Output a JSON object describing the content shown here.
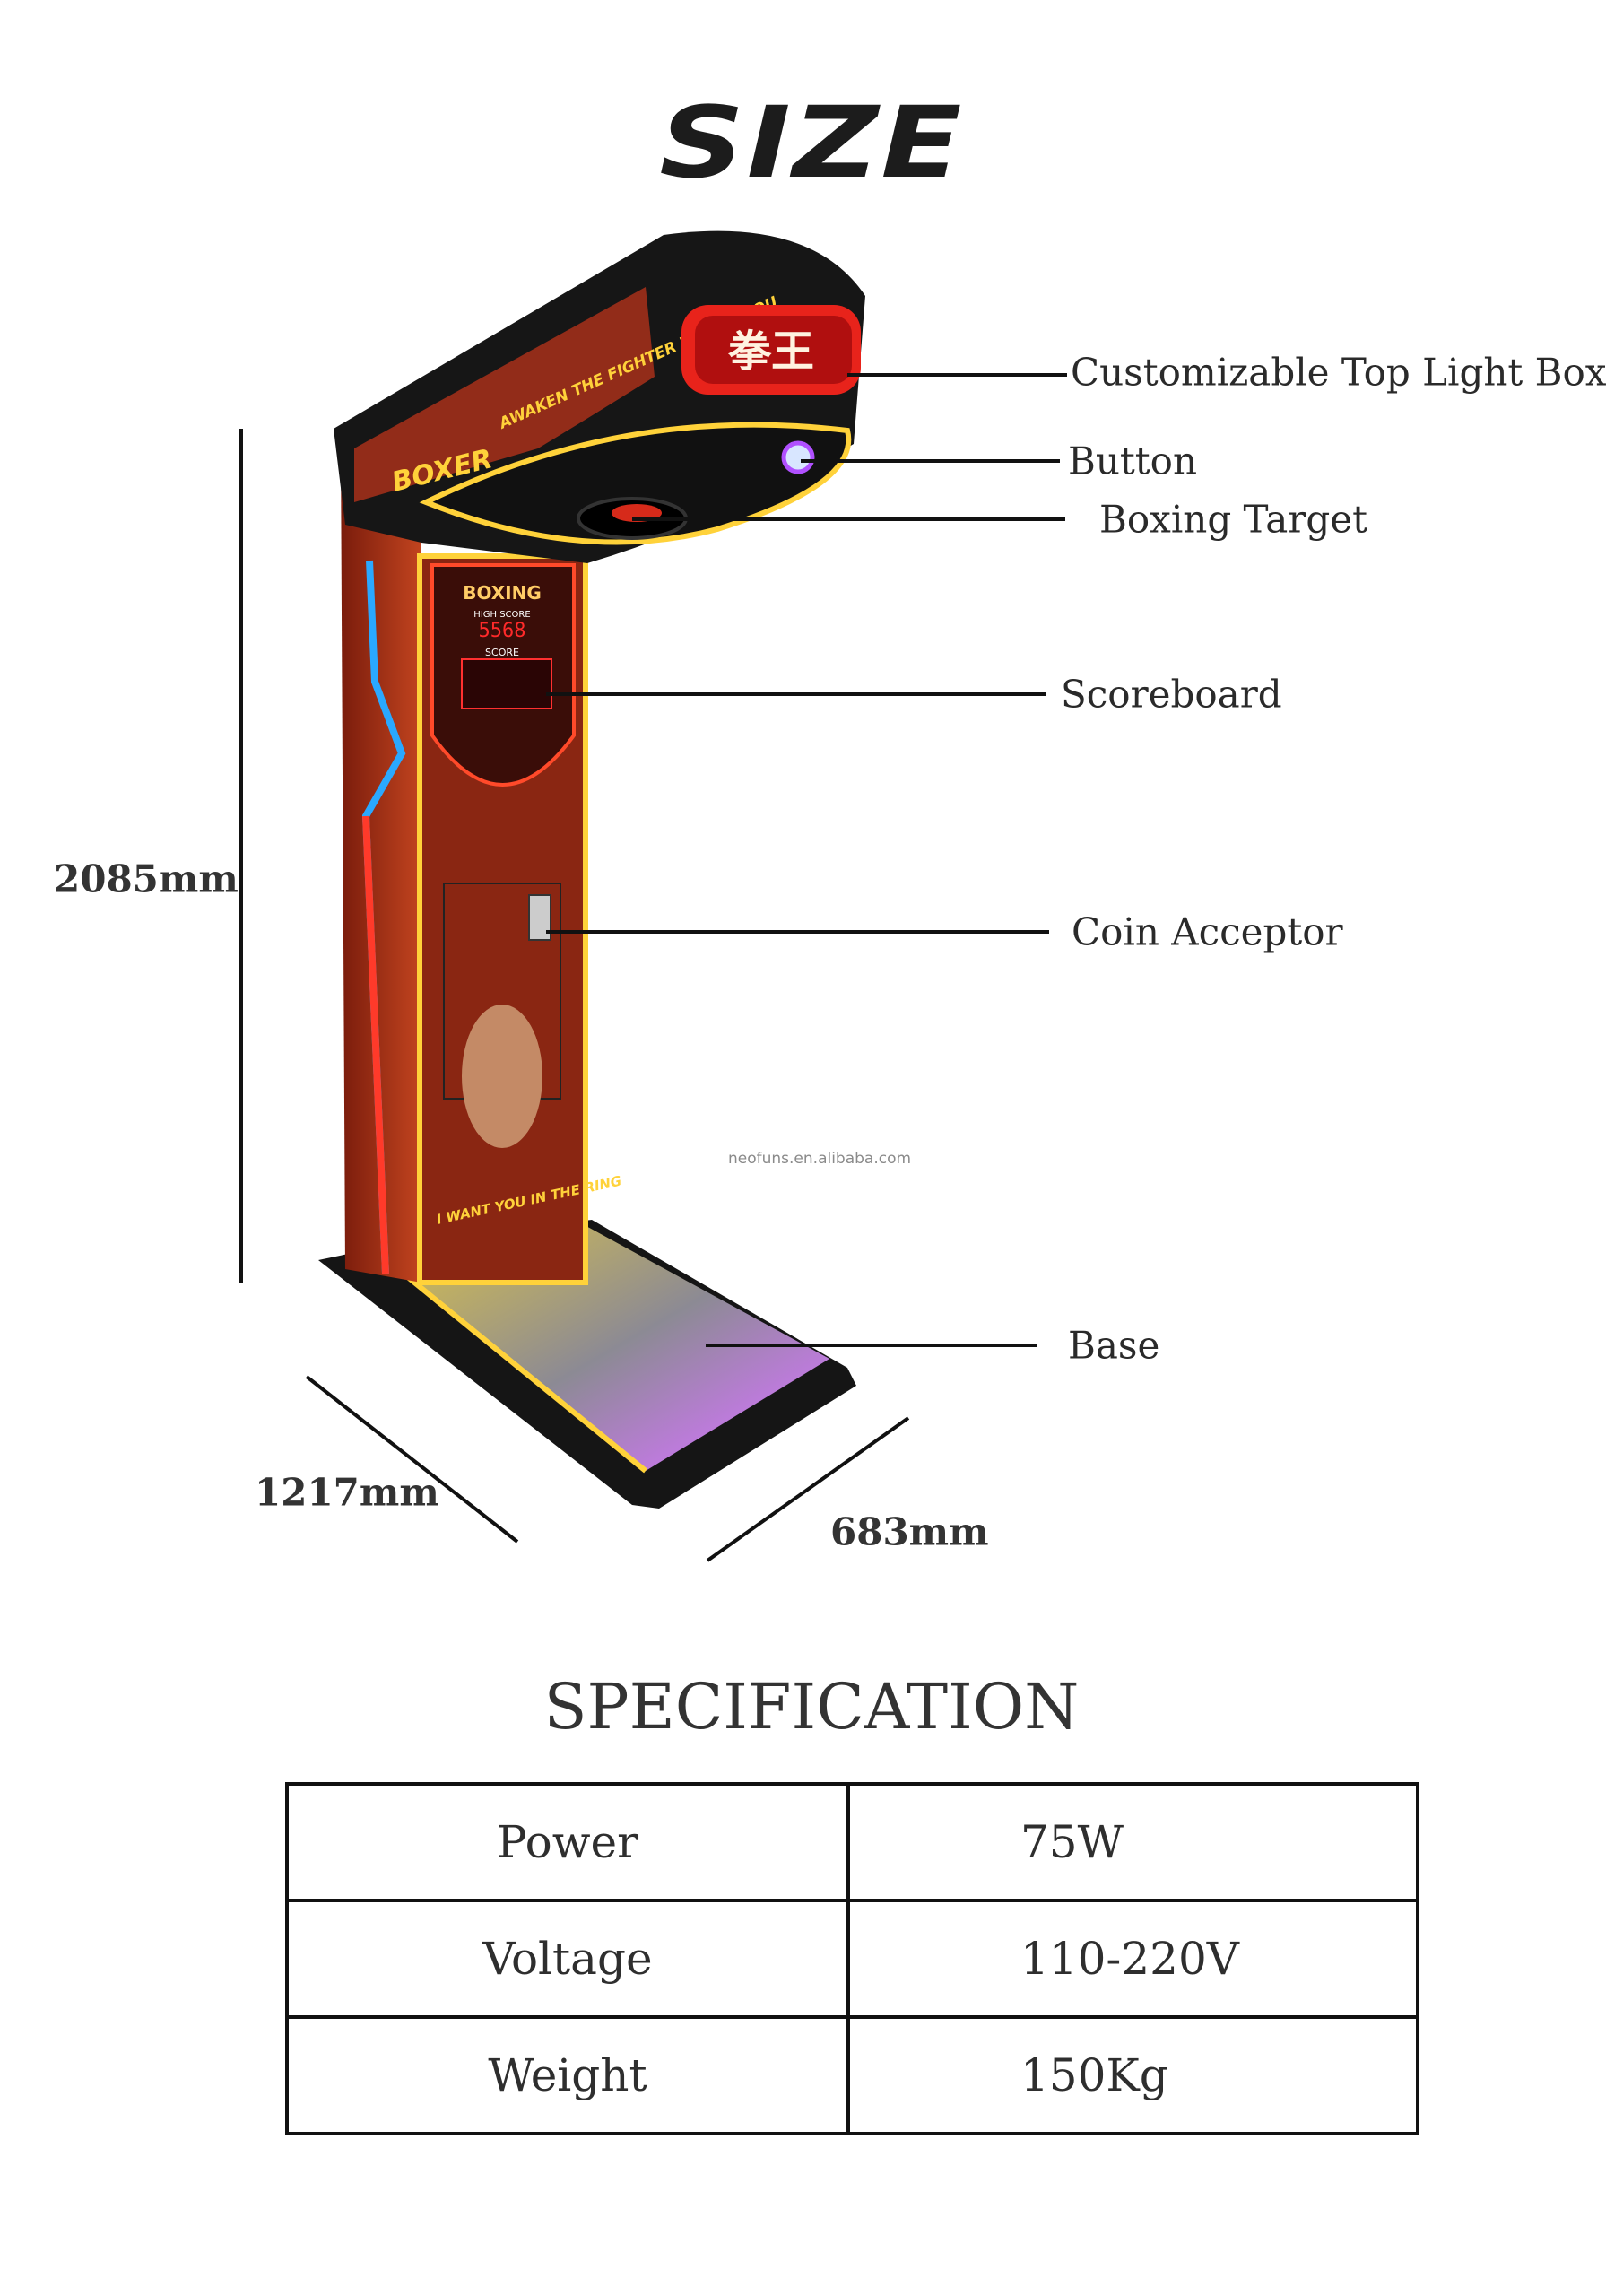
{
  "header": {
    "title": "SIZE"
  },
  "callouts": [
    {
      "label": "Customizable Top Light Box"
    },
    {
      "label": "Button"
    },
    {
      "label": "Boxing Target"
    },
    {
      "label": "Scoreboard"
    },
    {
      "label": "Coin Acceptor"
    },
    {
      "label": "Base"
    }
  ],
  "dimensions": {
    "height": "2085mm",
    "depth": "1217mm",
    "width": "683mm"
  },
  "watermark": "neofuns.en.alibaba.com",
  "machine_art": {
    "brand": "BOXER",
    "slogan": "AWAKEN THE FIGHTER WITHIN YOU",
    "topbox": "拳王",
    "panel_title": "BOXING",
    "highscore_label": "HIGH SCORE",
    "highscore": "5568",
    "score_label": "SCORE",
    "tagline": "I WANT YOU IN THE RING"
  },
  "specification": {
    "title": "SPECIFICATION",
    "rows": [
      {
        "key": "Power",
        "value": "75W"
      },
      {
        "key": "Voltage",
        "value": "110-220V"
      },
      {
        "key": "Weight",
        "value": "150Kg"
      }
    ]
  },
  "colors": {
    "led": "#ffd23a",
    "body": "#b5321a",
    "blue": "#2aa8ff",
    "dark": "#161616"
  }
}
